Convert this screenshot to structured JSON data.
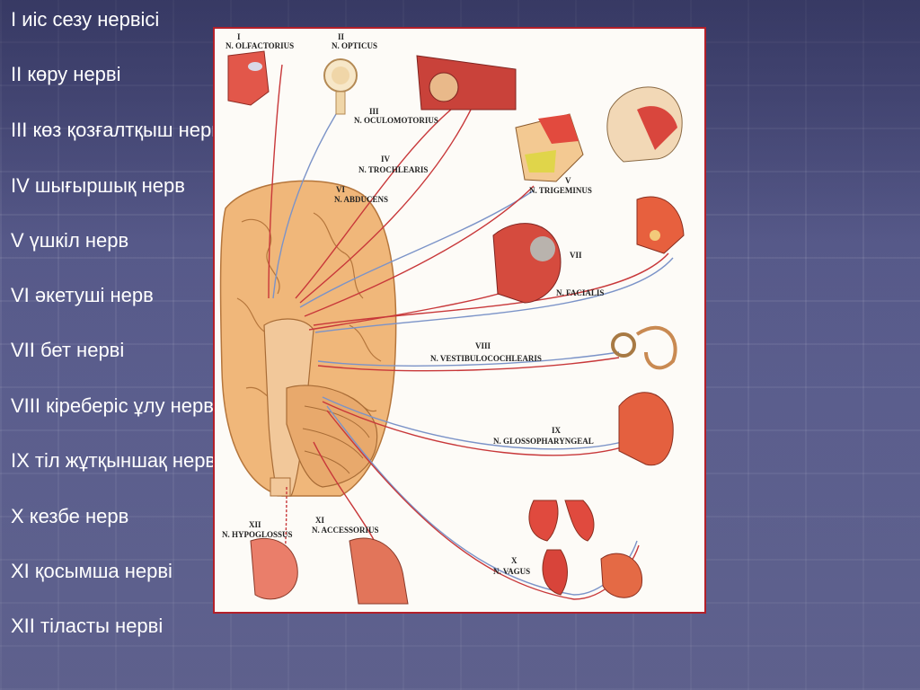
{
  "colors": {
    "background": "#5a5d8c",
    "list_text": "#ffffff",
    "figure_border": "#b3202a",
    "nerve_red": "#c8383a",
    "nerve_blue": "#7b93c8"
  },
  "nerve_list": [
    "I иіс сезу нервісі",
    "II көру нерві",
    "III көз қозғалтқыш нерві",
    "IV шығыршық нерв",
    "V үшкіл нерв",
    "VI әкетуші нерв",
    "VII бет нерві",
    "VIII кіреберіс ұлу нерві",
    "IX тіл жұтқыншақ нерві",
    "X кезбе нерв",
    "XI қосымша нерві",
    "XII тіласты нерві"
  ],
  "figure": {
    "labels": {
      "olfactorius_num": "I",
      "olfactorius": "N. OLFACTORIUS",
      "opticus_num": "II",
      "opticus": "N. OPTICUS",
      "oculomotorius_num": "III",
      "oculomotorius": "N. OCULOMOTORIUS",
      "trochlearis_num": "IV",
      "trochlearis": "N. TROCHLEARIS",
      "abducens_num": "VI",
      "abducens": "N. ABDUCENS",
      "trigeminus_num": "V",
      "trigeminus": "N. TRIGEMINUS",
      "facialis_num": "VII",
      "facialis": "N. FACIALIS",
      "vestibulocochlearis_num": "VIII",
      "vestibulocochlearis": "N. VESTIBULOCOCHLEARIS",
      "glossopharyngeal_num": "IX",
      "glossopharyngeal": "N. GLOSSOPHARYNGEAL",
      "vagus_num": "X",
      "vagus": "N. VAGUS",
      "accessorius_num": "XI",
      "accessorius": "N. ACCESSORIUS",
      "hypoglossus_num": "XII",
      "hypoglossus": "N. HYPOGLOSSUS"
    }
  }
}
